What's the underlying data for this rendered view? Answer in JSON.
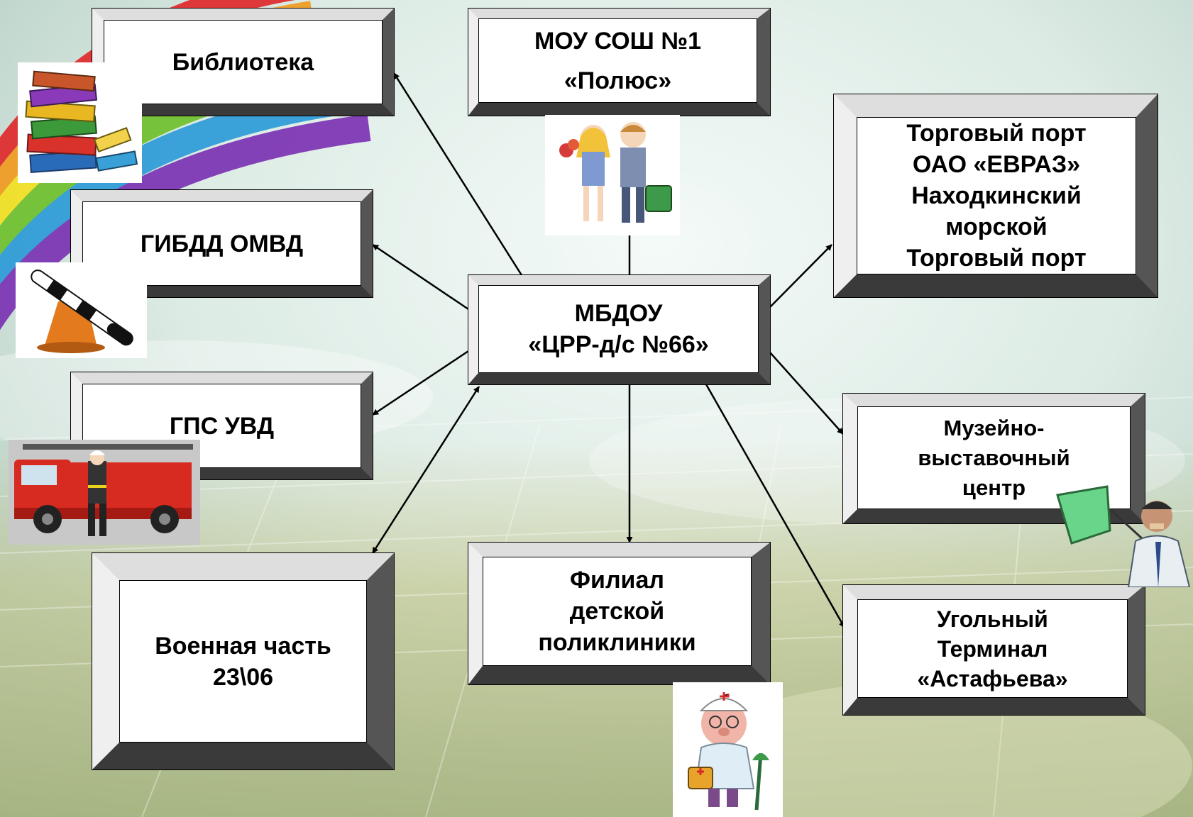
{
  "center": {
    "lines": [
      "МБДОУ",
      "«ЦРР-д/с №66»"
    ]
  },
  "nodes": {
    "library": {
      "lines": [
        "Библиотека"
      ]
    },
    "school": {
      "lines": [
        "МОУ СОШ №1",
        "«Полюс»"
      ]
    },
    "port": {
      "lines": [
        "Торговый порт",
        "ОАО «ЕВРАЗ»",
        "Находкинский морской",
        "Торговый порт"
      ]
    },
    "gibdd": {
      "lines": [
        "ГИБДД ОМВД"
      ]
    },
    "gps": {
      "lines": [
        "ГПС УВД"
      ]
    },
    "museum": {
      "lines": [
        "Музейно-",
        "выставочный",
        "центр"
      ]
    },
    "military": {
      "lines": [
        "Военная часть",
        "23\\06"
      ]
    },
    "clinic": {
      "lines": [
        "Филиал",
        "детской",
        "поликлиники"
      ]
    },
    "coal": {
      "lines": [
        "Угольный",
        "Терминал",
        "«Астафьева»"
      ]
    }
  },
  "icons": [
    "books-icon",
    "children-icon",
    "traffic-baton-icon",
    "fire-truck-icon",
    "teacher-icon",
    "doctor-icon"
  ],
  "colors": {
    "box_face": "#ffffff",
    "text": "#000000",
    "arrow": "#000000"
  }
}
